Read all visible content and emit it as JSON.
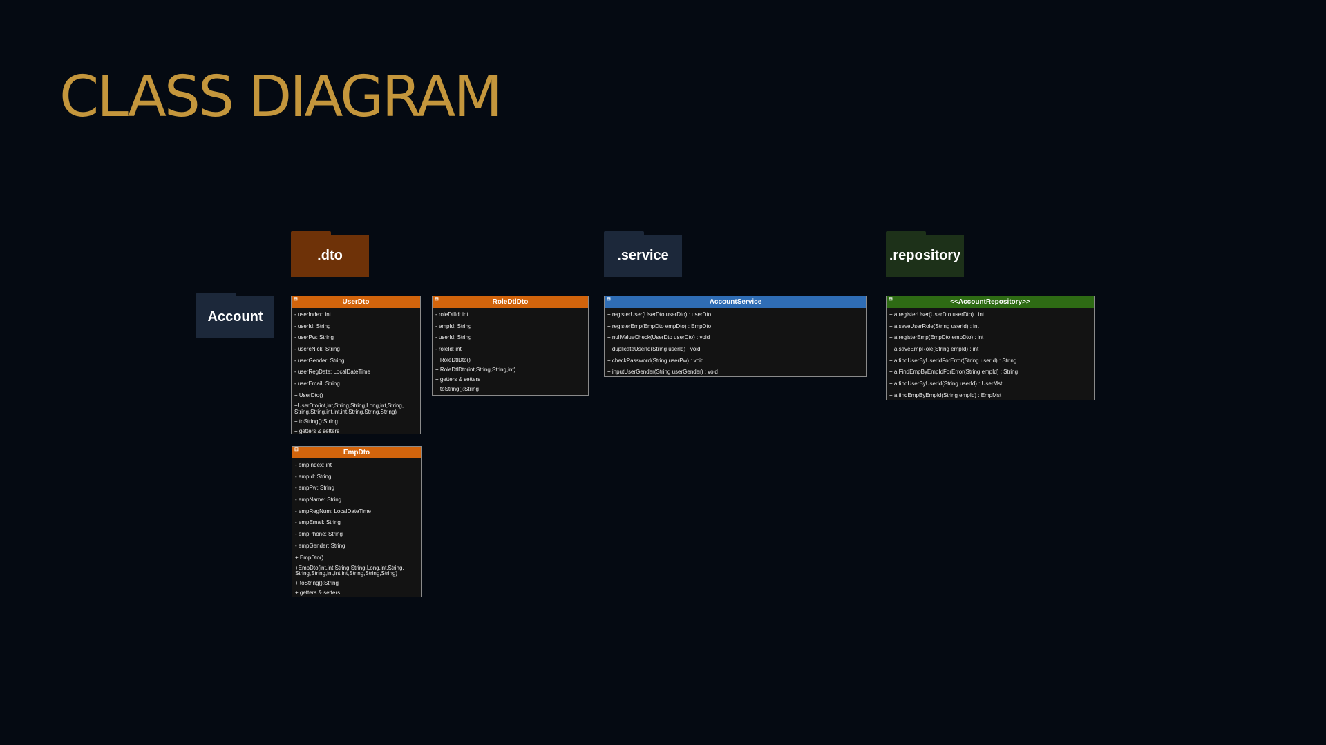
{
  "title": "CLASS DIAGRAM",
  "colors": {
    "title": "#c4963c",
    "dto": "#d2640c",
    "service": "#2f6db5",
    "repository": "#2e6b14",
    "class_bg": "#131313"
  },
  "packages": {
    "account": "Account",
    "dto": ".dto",
    "service": ".service",
    "repository": ".repository"
  },
  "classes": {
    "userdto": {
      "name": "UserDto",
      "rows": [
        "- userIndex: int",
        "- userId: String",
        "- userPw: String",
        "- usereNick: String",
        "- userGender: String",
        "- userRegDate: LocalDateTime",
        "- userEmail: String",
        "+ UserDto()",
        "+UserDto(int,int,String,String,Long,int,String, String,String,int,int,int,String,String,String)",
        "+ toString():String",
        "+ getters & setters"
      ]
    },
    "empdto": {
      "name": "EmpDto",
      "rows": [
        "- empIndex: int",
        "- empId: String",
        "- empPw: String",
        "- empName: String",
        "- empRegNum: LocalDateTime",
        "- empEmail: String",
        "- empPhone: String",
        "- empGender: String",
        "+ EmpDto()",
        "+EmpDto(int,int,String,String,Long,int,String, String,String,int,int,int,String,String,String)",
        "+ toString():String",
        "+ getters & setters"
      ]
    },
    "roledtldto": {
      "name": "RoleDtlDto",
      "rows": [
        "- roleDtlId: int",
        "- empId: String",
        "- userId: String",
        "- roleId: int",
        "+ RoleDtlDto()",
        "+ RoleDtlDto(int,String,String,int)",
        "+ getters & setters",
        "+ toString():String"
      ]
    },
    "accountservice": {
      "name": "AccountService",
      "rows": [
        "+ registerUser(UserDto userDto) : userDto",
        "+ registerEmp(EmpDto empDto) : EmpDto",
        "+ nullValueCheck(UserDto userDto) : void",
        "+ duplicateUserId(String userId) : void",
        "+ checkPassword(String userPw) : void",
        "+ inputUserGender(String userGender) : void"
      ]
    },
    "accountrepository": {
      "name": "<<AccountRepository>>",
      "rows": [
        "+ a registerUser(UserDto userDto) : int",
        "+ a saveUserRole(String userId) : int",
        "+ a registerEmp(EmpDto empDto) : int",
        "+ a saveEmpRole(String empId) : int",
        "+ a findUserByUserIdForError(String userId) : String",
        "+ a FindEmpByEmpIdForError(String empId) : String",
        "+ a findUserByUserId(String userId) : UserMst",
        "+ a findEmpByEmpId(String empId) : EmpMst"
      ]
    }
  }
}
